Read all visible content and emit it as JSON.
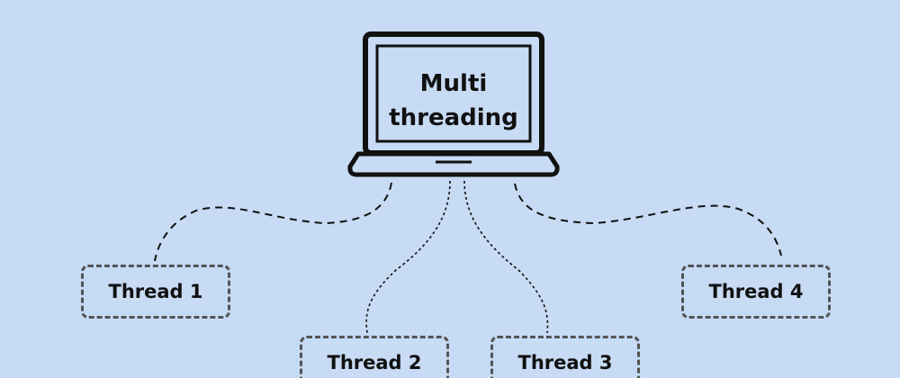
{
  "center": {
    "title": "Multi threading",
    "icon": "laptop-icon"
  },
  "threads": [
    {
      "label": "Thread 1"
    },
    {
      "label": "Thread 2"
    },
    {
      "label": "Thread 3"
    },
    {
      "label": "Thread 4"
    }
  ],
  "colors": {
    "background": "#c7dbf4",
    "line": "#111111",
    "dashed_border": "#545454"
  }
}
